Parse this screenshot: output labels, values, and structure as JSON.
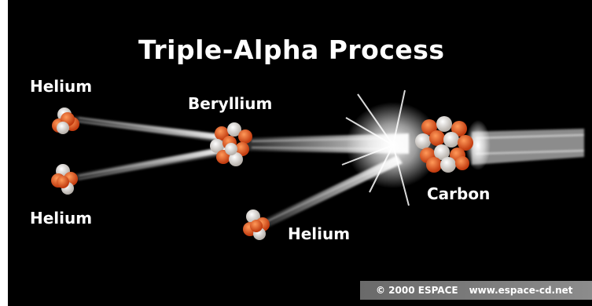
{
  "title": "Triple-Alpha Process",
  "labels": {
    "helium_top": "Helium",
    "helium_bottom_left": "Helium",
    "helium_bottom_mid": "Helium",
    "beryllium": "Beryllium",
    "carbon": "Carbon"
  },
  "credit": {
    "copyright": "© 2000 ESPACE",
    "website": "www.espace-cd.net"
  },
  "colors": {
    "background": "#000000",
    "proton": "#e0541c",
    "neutron": "#e8e2dc",
    "text": "#ffffff"
  }
}
